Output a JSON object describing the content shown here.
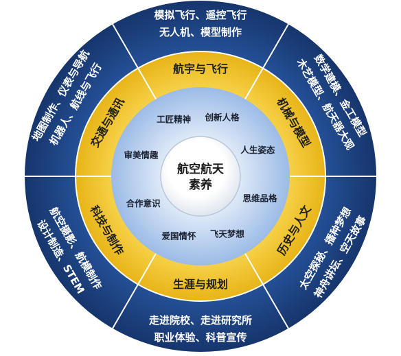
{
  "core": {
    "line1": "航空航天",
    "line2": "素养"
  },
  "qualities": [
    "工匠精神",
    "创新人格",
    "人生姿态",
    "思维品格",
    "飞天梦想",
    "爱国情怀",
    "合作意识",
    "审美情趣"
  ],
  "modules": [
    {
      "title": "航宇与飞行",
      "topics": [
        "模拟飞行、遥控飞行",
        "无人机、模型制作"
      ]
    },
    {
      "title": "机械与模型",
      "topics": [
        "数学建模、金工模型",
        "木艺模型、航天器大观"
      ]
    },
    {
      "title": "历史与人文",
      "topics": [
        "神舟讲坛、空天故事",
        "太空探秘、播种梦想"
      ]
    },
    {
      "title": "生涯与规划",
      "topics": [
        "职业体验、科普宣传",
        "走进院校、走进研究所"
      ]
    },
    {
      "title": "科技与制作",
      "topics": [
        "设计制造、STEM",
        "航空摄影、航模制作"
      ]
    },
    {
      "title": "交通与通讯",
      "topics": [
        "地图制作、仪表与导航",
        "机器人、航线与飞行"
      ]
    }
  ],
  "colors": {
    "outer_ring": "#1b3f7e",
    "middle_ring": "#f3c629",
    "inner_ring": "#cfe0f6",
    "core": "#ffffff",
    "separator": "#ffffff"
  }
}
